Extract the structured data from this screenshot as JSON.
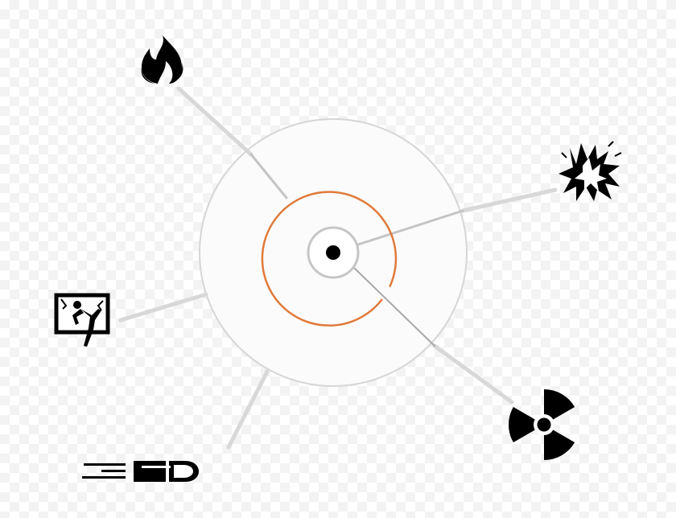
{
  "diagram": {
    "hazards": [
      {
        "name": "fire",
        "icon": "fire-icon"
      },
      {
        "name": "explosion",
        "icon": "explosion-icon"
      },
      {
        "name": "radiation",
        "icon": "radiation-icon"
      },
      {
        "name": "ballistic",
        "icon": "bullet-icon"
      },
      {
        "name": "forced-entry",
        "icon": "forced-entry-icon"
      }
    ],
    "colors": {
      "outer_disc_fill": "#fbfbfb",
      "outer_disc_stroke": "#d6d6d6",
      "connector": "#d0d0d0",
      "connector_dark": "#a8a8a8",
      "orange_ring": "#e07a3a",
      "inner_ring": "#c6c6c6",
      "icon": "#000000"
    }
  }
}
